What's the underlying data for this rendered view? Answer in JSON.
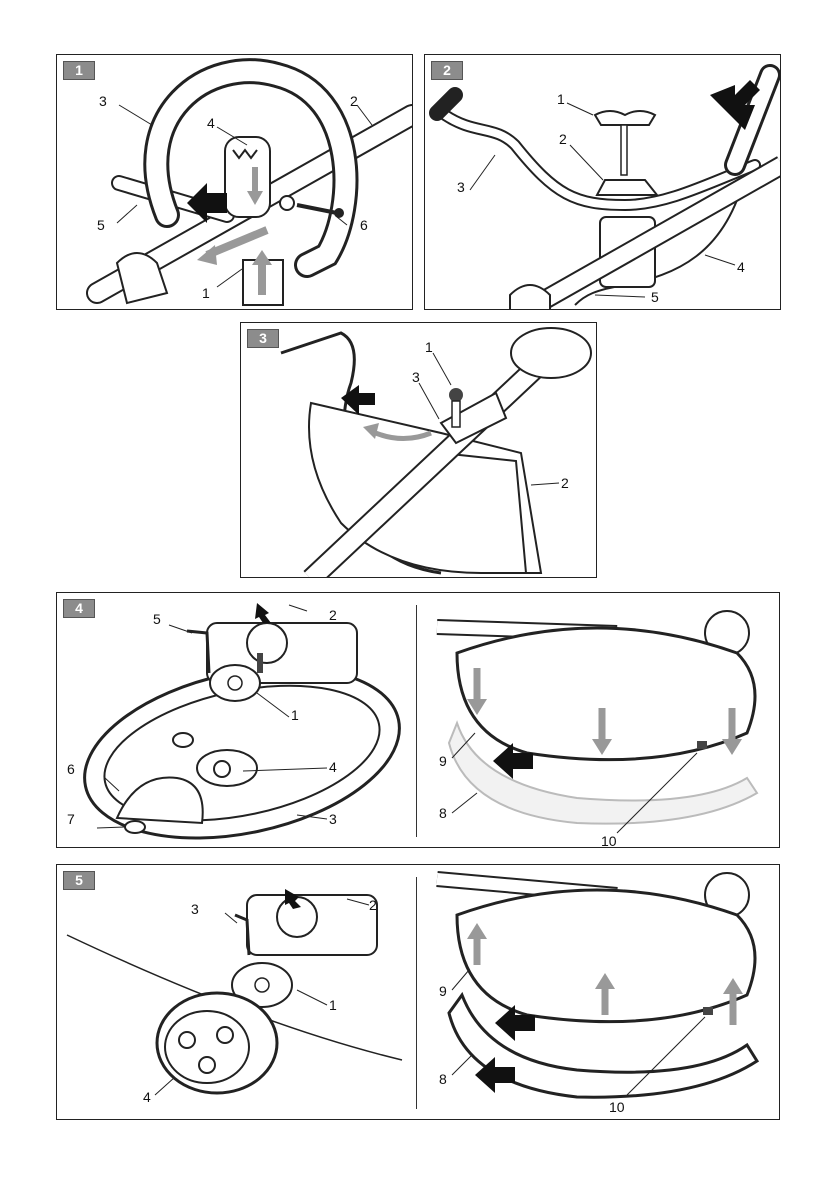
{
  "figures": [
    {
      "number": "1",
      "labels": [
        "1",
        "2",
        "3",
        "4",
        "5",
        "6"
      ]
    },
    {
      "number": "2",
      "labels": [
        "1",
        "2",
        "3",
        "4",
        "5"
      ]
    },
    {
      "number": "3",
      "labels": [
        "1",
        "2",
        "3"
      ]
    },
    {
      "number": "4",
      "labels": [
        "1",
        "2",
        "3",
        "4",
        "5",
        "6",
        "7",
        "8",
        "9",
        "10"
      ]
    },
    {
      "number": "5",
      "labels": [
        "1",
        "2",
        "3",
        "4",
        "8",
        "9",
        "10"
      ]
    }
  ]
}
